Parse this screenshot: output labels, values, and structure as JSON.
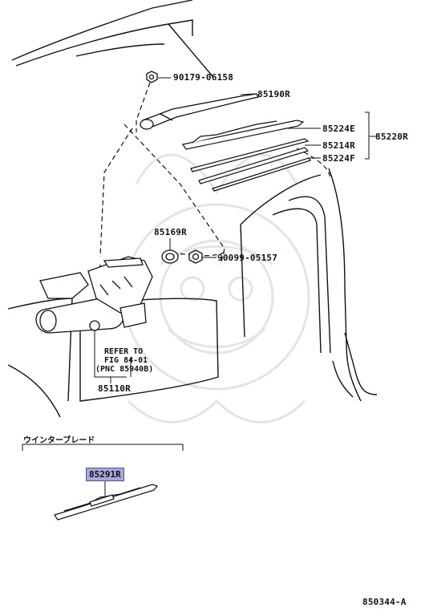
{
  "diagram_id": "850344-A",
  "watermark_color": "#e4e4e4",
  "highlight_color": "#a8a6dc",
  "parts": {
    "nut_top": "90179-06158",
    "arm": "85190R",
    "blade_e": "85224E",
    "blade_assy": "85220R",
    "refill": "85214R",
    "blade_f": "85224F",
    "grommet": "85169R",
    "nut_side": "90099-05157",
    "motor": "85110R",
    "winter_blade": "85291R"
  },
  "reference_note": {
    "line1": "REFER TO",
    "line2": "FIG 84-01",
    "line3": "(PNC 85940B)"
  },
  "winter_section_title": "ウインターブレード"
}
